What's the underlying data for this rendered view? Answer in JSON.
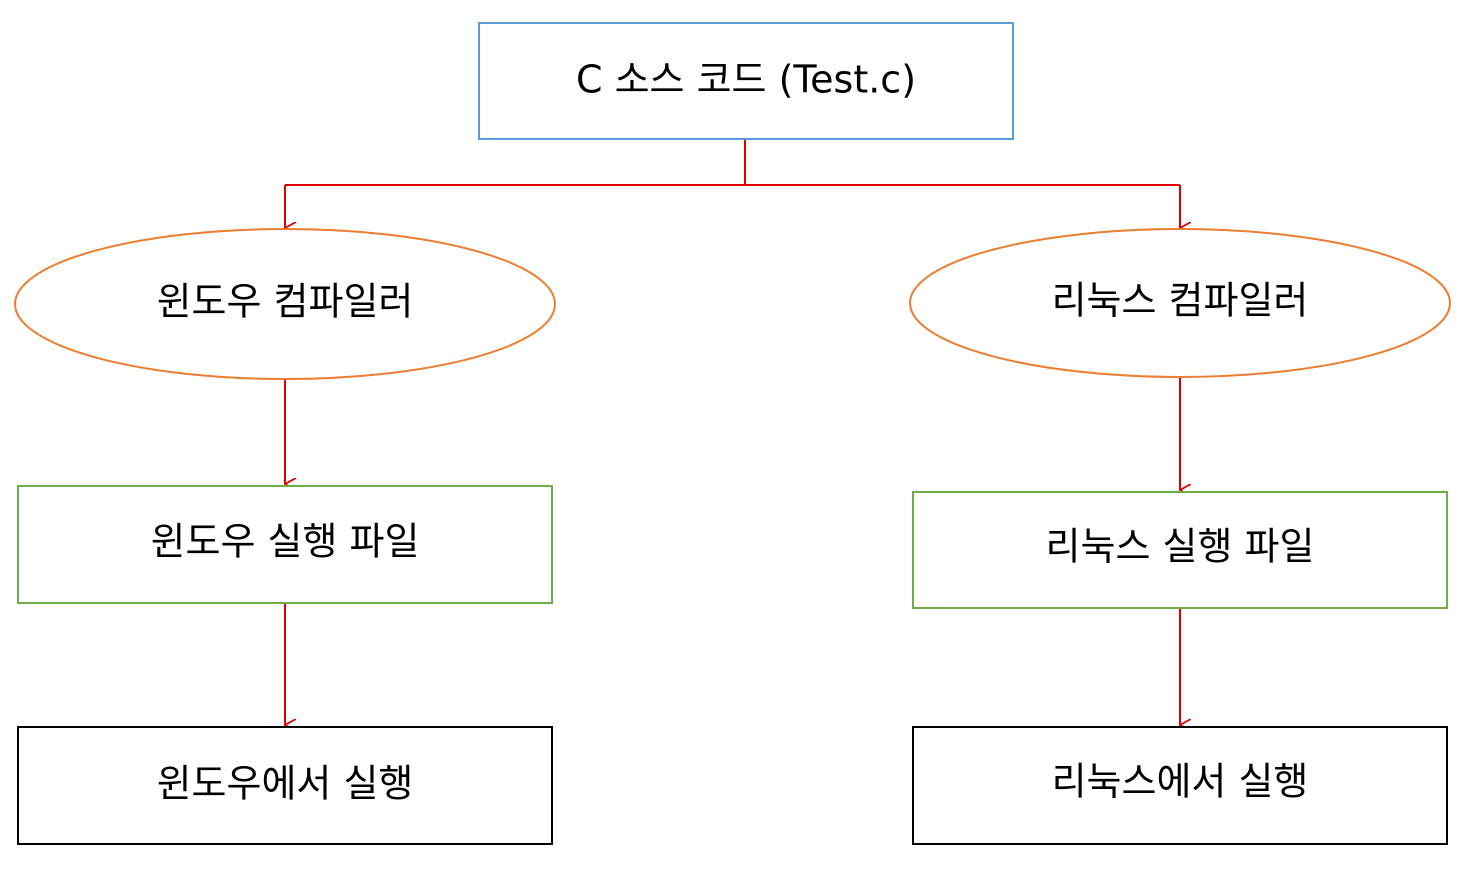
{
  "diagram": {
    "source": {
      "label": "C 소스 코드 (Test.c)",
      "border_color": "#5B9BD5"
    },
    "windows": {
      "compiler": {
        "label": "윈도우 컴파일러",
        "border_color": "#ED7D31"
      },
      "executable": {
        "label": "윈도우 실행 파일",
        "border_color": "#70AD47"
      },
      "run": {
        "label": "윈도우에서  실행",
        "border_color": "#000000"
      }
    },
    "linux": {
      "compiler": {
        "label": "리눅스 컴파일러",
        "border_color": "#ED7D31"
      },
      "executable": {
        "label": "리눅스 실행 파일",
        "border_color": "#70AD47"
      },
      "run": {
        "label": "리눅스에서 실행",
        "border_color": "#000000"
      }
    },
    "arrow_color": "#E00000"
  }
}
